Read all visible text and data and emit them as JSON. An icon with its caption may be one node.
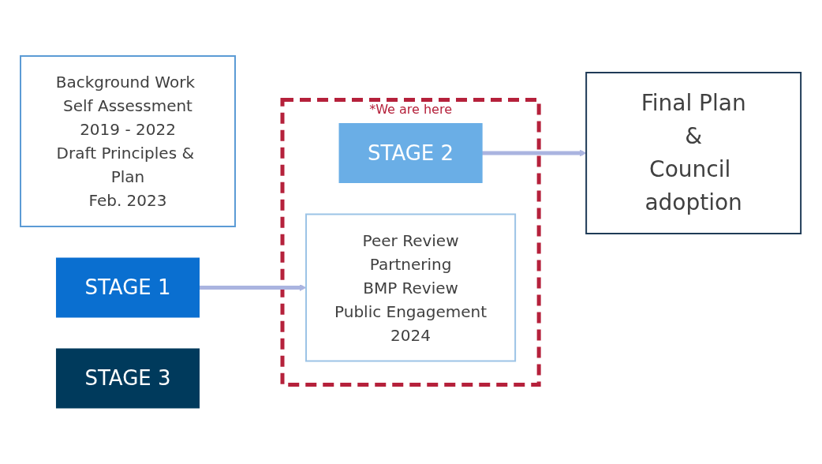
{
  "diagram": {
    "nodes": [
      {
        "text": [
          "Background Work Self Assessment",
          "2019 - 2022",
          "Draft Principles & Plan",
          "Feb. 2023"
        ]
      },
      {
        "text": [
          "STAGE 1"
        ]
      },
      {
        "text": [
          "*We are here"
        ]
      },
      {
        "text": [
          "STAGE 2"
        ],
        "in": 2
      },
      {
        "text": [
          "Peer Review",
          "Partnering",
          "BMP Review",
          "Public Engagement",
          "2024"
        ],
        "in": 2
      },
      {
        "text": [
          "Final Plan",
          "&",
          "Council adoption"
        ]
      },
      {
        "text": [
          "STAGE 3"
        ]
      }
    ],
    "edges": [
      {
        "from": 1,
        "to": 4,
        "arrow": "to"
      },
      {
        "from": 3,
        "to": 5,
        "arrow": "to"
      }
    ]
  }
}
